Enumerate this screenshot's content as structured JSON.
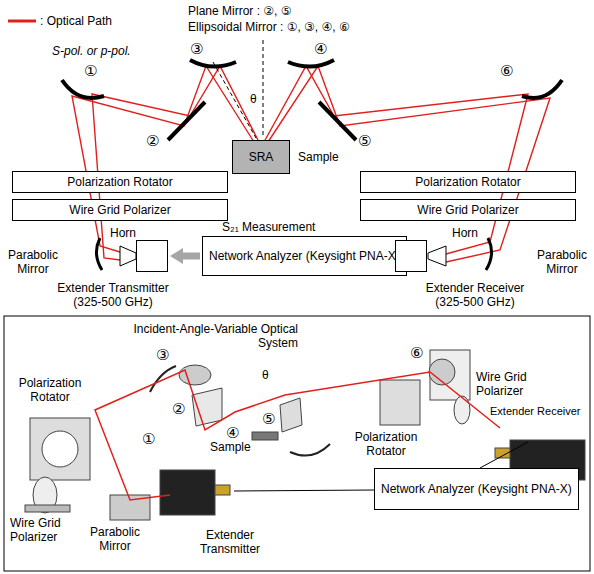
{
  "diagram": {
    "nodes": [
      {
        "text": [
          "SRA"
        ]
      },
      {
        "text": [
          "Polarization Rotator"
        ]
      },
      {
        "text": [
          "Wire Grid Polarizer"
        ]
      },
      {
        "text": [
          "Polarization Rotator"
        ]
      },
      {
        "text": [
          "Wire Grid Polarizer"
        ]
      },
      {
        "text": [
          "Extender Transmitter (325-500 GHz)"
        ]
      },
      {
        "text": [
          "Network Analyzer (Keysight PNA-X)"
        ]
      },
      {
        "text": [
          "Extender Receiver (325-500 GHz)"
        ]
      },
      {
        "text": [
          "Network Analyzer (Keysight PNA-X)"
        ]
      }
    ],
    "edges": [
      {
        "from": 6,
        "to": 5,
        "arrow": "to"
      },
      {
        "from": 7,
        "to": 6,
        "arrow": "to"
      }
    ],
    "labels": [
      "Plane Mirror : ②, ⑤",
      "Ellipsoidal Mirror : ①, ③, ④, ⑥",
      "③",
      "④",
      "①",
      "S-pol. or p-pol.",
      "②",
      "θ",
      "⑤",
      "⑥",
      "Sample",
      "Parabolic Mirror",
      "Horn",
      "S₂₁ Measurement",
      "Horn",
      "Parabolic Mirror",
      "Incident-Angle-Variable Optical System",
      "③",
      "θ",
      "⑥",
      "Wire Grid Polarizer",
      "Polarization Rotator",
      "②",
      "⑤",
      "Extender Receiver",
      "④",
      "Polarization Rotator",
      "①",
      "Sample",
      "Wire Grid Polarizer",
      "Parabolic Mirror",
      "Extender Transmitter"
    ],
    "legend": [
      {
        "text": ": Optical Path"
      }
    ]
  }
}
